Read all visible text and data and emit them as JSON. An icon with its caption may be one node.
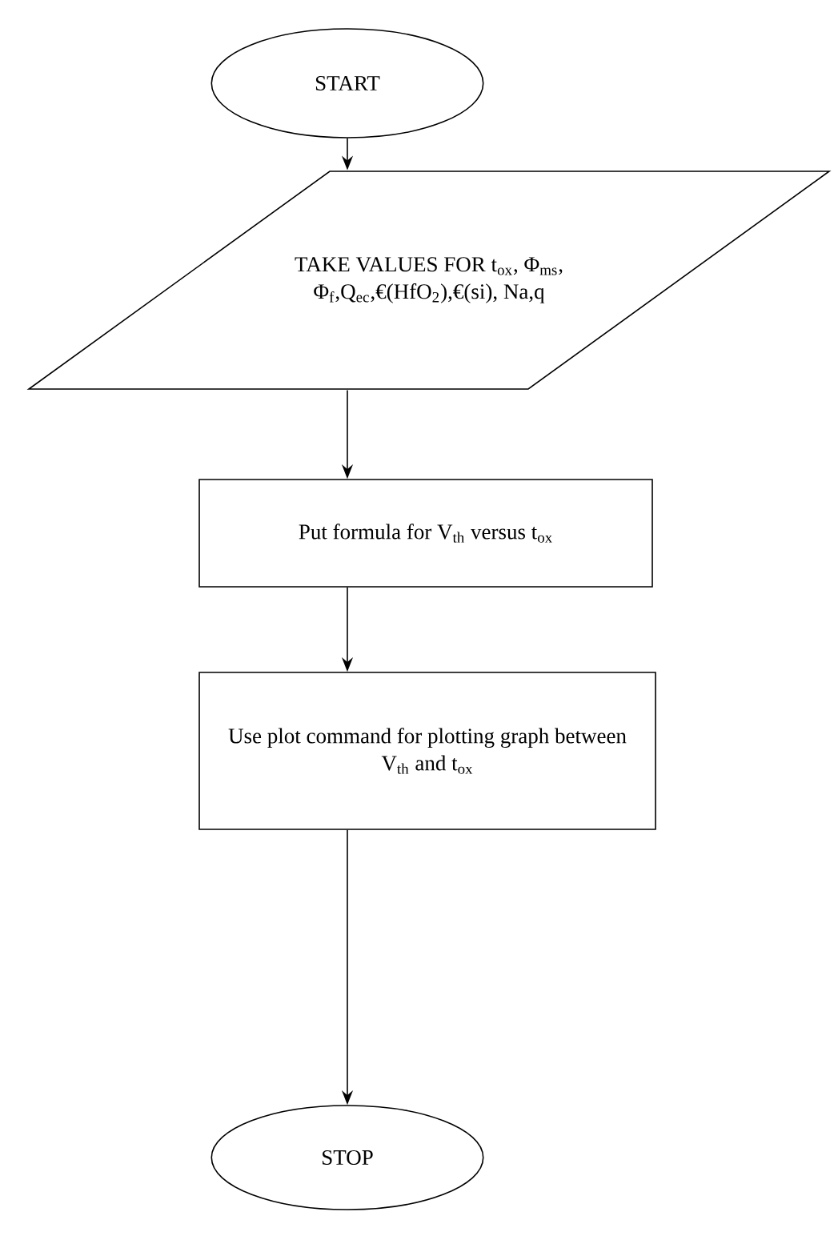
{
  "diagram": {
    "nodes": [
      {
        "text": [
          "START"
        ]
      },
      {
        "text": [
          "TAKE VALUES FOR t$_{ox}$, Φ$_{ms}$, Φ$_{f}$,Q$_{ec}$,€(HfO$_{2}$),€(si), Na,q"
        ]
      },
      {
        "text": [
          "Put formula for V$_{th}$ versus t$_{ox}$"
        ]
      },
      {
        "text": [
          "Use plot command for plotting graph between V$_{th}$ and t$_{ox}$"
        ]
      },
      {
        "text": [
          "STOP"
        ]
      }
    ],
    "edges": [
      {
        "from": 0,
        "to": 1,
        "arrow": "to"
      },
      {
        "from": 1,
        "to": 2,
        "arrow": "to"
      },
      {
        "from": 2,
        "to": 3,
        "arrow": "to"
      },
      {
        "from": 3,
        "to": 4,
        "arrow": "to"
      }
    ]
  }
}
